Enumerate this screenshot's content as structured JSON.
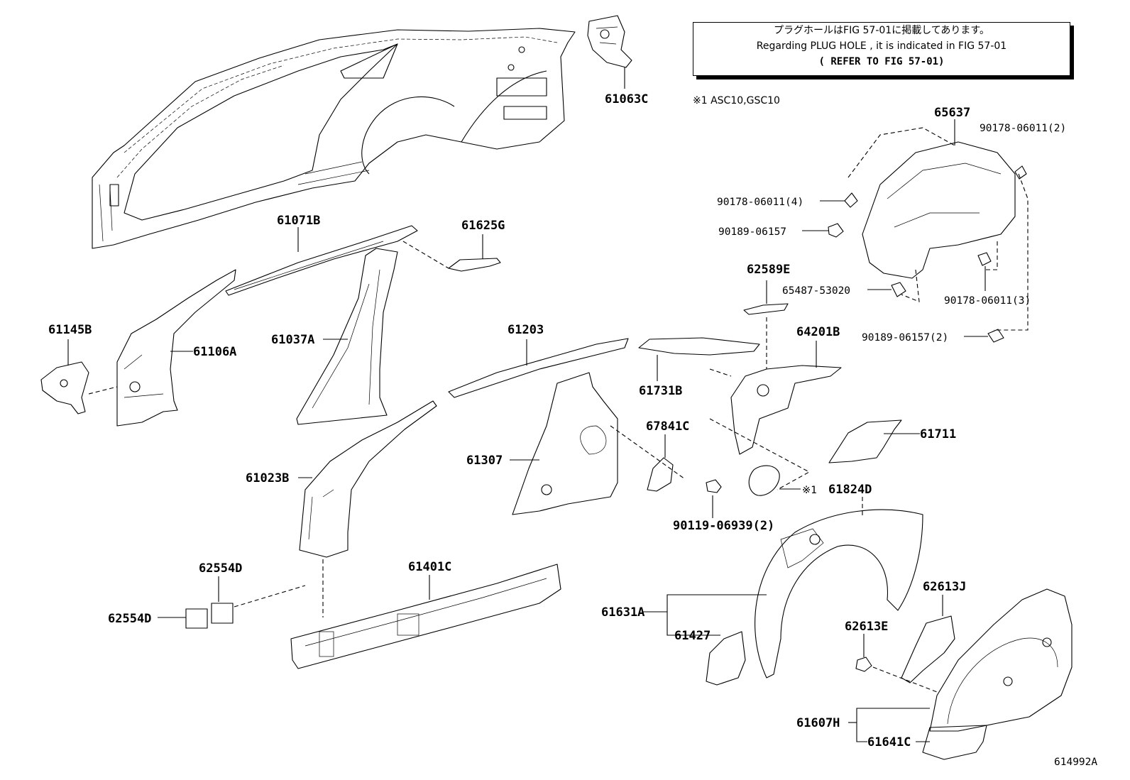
{
  "note": {
    "line1": "プラグホールはFIG 57-01に掲載してあります。",
    "line2": "Regarding PLUG HOLE , it is indicated in FIG 57-01",
    "line3": "(  REFER TO FIG 57-01)"
  },
  "condition_note": "※1 ASC10,GSC10",
  "figure_id": "614992A",
  "parts": {
    "p61063C": "61063C",
    "p61071B": "61071B",
    "p61625G": "61625G",
    "p61037A": "61037A",
    "p61145B": "61145B",
    "p61106A": "61106A",
    "p61203": "61203",
    "p61731B": "61731B",
    "p61023B": "61023B",
    "p61307": "61307",
    "p67841C": "67841C",
    "p90119": "90119-06939(2)",
    "p62554D_a": "62554D",
    "p62554D_b": "62554D",
    "p61401C": "61401C",
    "p65637": "65637",
    "p90178_2": "90178-06011(2)",
    "p90178_4": "90178-06011(4)",
    "p90189": "90189-06157",
    "p90178_3": "90178-06011(3)",
    "p65487": "65487-53020",
    "p90189_2": "90189-06157(2)",
    "p62589E": "62589E",
    "p64201B": "64201B",
    "p61711": "61711",
    "p61824D": "61824D",
    "p61824D_mark": "※1",
    "p61631A": "61631A",
    "p61427": "61427",
    "p62613J": "62613J",
    "p62613E": "62613E",
    "p61607H": "61607H",
    "p61641C": "61641C"
  }
}
